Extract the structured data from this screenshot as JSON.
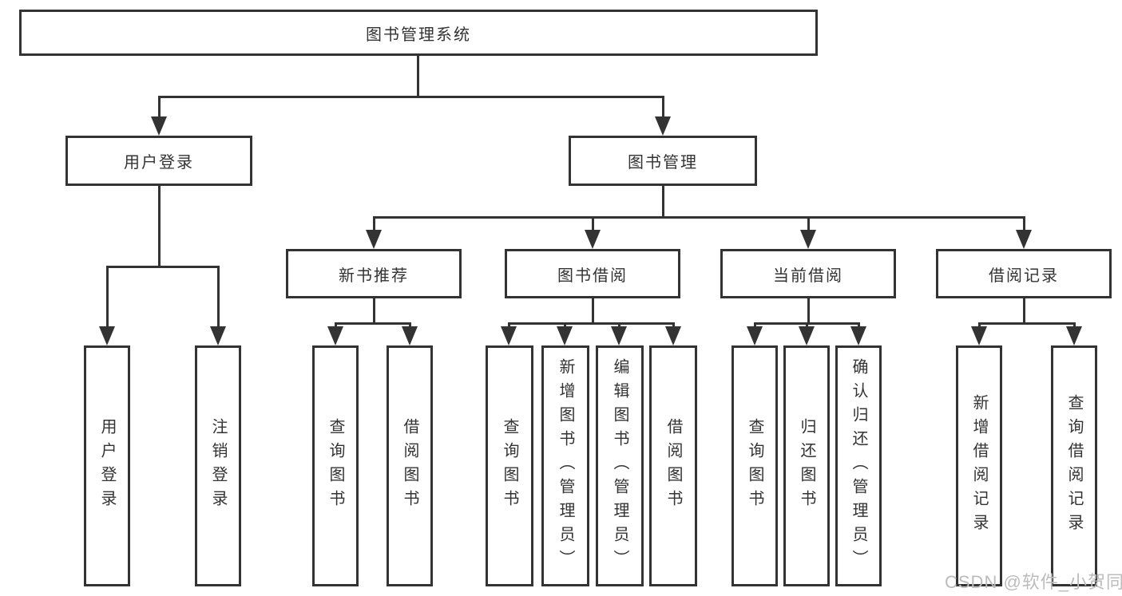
{
  "diagram": {
    "root_label": "图书管理系统",
    "branches": [
      {
        "label": "用户登录",
        "leaves": [
          "用户登录",
          "注销登录"
        ]
      },
      {
        "label": "图书管理"
      }
    ],
    "sections": [
      {
        "label": "新书推荐",
        "leaves": [
          "查询图书",
          "借阅图书"
        ]
      },
      {
        "label": "图书借阅",
        "leaves": [
          "查询图书",
          "新增图书（管理员）",
          "编辑图书（管理员）",
          "借阅图书"
        ]
      },
      {
        "label": "当前借阅",
        "leaves": [
          "查询图书",
          "归还图书",
          "确认归还（管理员）"
        ]
      },
      {
        "label": "借阅记录",
        "leaves": [
          "新增借阅记录",
          "查询借阅记录"
        ]
      }
    ],
    "watermark": "CSDN @软件_小贺同学",
    "colors": {
      "line": "#333333",
      "text": "#333333",
      "background": "#ffffff",
      "watermark": "#bcbcbc"
    }
  }
}
